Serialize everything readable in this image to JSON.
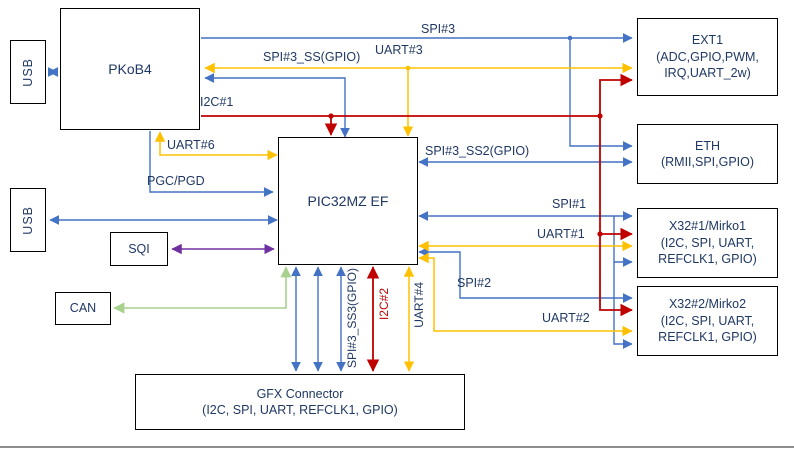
{
  "diagram": {
    "blocks": {
      "usb_top": {
        "label": "USB"
      },
      "pkob4": {
        "label": "PKoB4"
      },
      "pic32": {
        "label": "PIC32MZ EF"
      },
      "ext1": {
        "line1": "EXT1",
        "line2": "(ADC,GPIO,PWM,",
        "line3": "IRQ,UART_2w)"
      },
      "eth": {
        "line1": "ETH",
        "line2": "(RMII,SPI,GPIO)"
      },
      "mirko1": {
        "line1": "X32#1/Mirko1",
        "line2": "(I2C, SPI, UART,",
        "line3": "REFCLK1, GPIO)"
      },
      "mirko2": {
        "line1": "X32#2/Mirko2",
        "line2": "(I2C, SPI, UART,",
        "line3": "REFCLK1, GPIO)"
      },
      "usb_left": {
        "label": "USB"
      },
      "sqi": {
        "label": "SQI"
      },
      "can": {
        "label": "CAN"
      },
      "gfx": {
        "line1": "GFX Connector",
        "line2": "(I2C, SPI, UART, REFCLK1, GPIO)"
      }
    },
    "wire_labels": {
      "spi3": "SPI#3",
      "uart3": "UART#3",
      "spi3_ss": "SPI#3_SS(GPIO)",
      "i2c1": "I2C#1",
      "uart6": "UART#6",
      "pgc_pgd": "PGC/PGD",
      "spi3_ss2": "SPI#3_SS2(GPIO)",
      "spi1": "SPI#1",
      "uart1": "UART#1",
      "spi2": "SPI#2",
      "uart2": "UART#2",
      "spi3_ss3": "SPI#3_SS3(GPIO)",
      "i2c2": "I2C#2",
      "uart4": "UART#4"
    },
    "colors": {
      "spi_blue": "#4472c4",
      "uart_yellow": "#ffc000",
      "i2c_red": "#c00000",
      "can_green": "#a9d18e",
      "sqi_purple": "#7030a0",
      "label_text": "#1f3864",
      "box_border": "#000000"
    }
  }
}
